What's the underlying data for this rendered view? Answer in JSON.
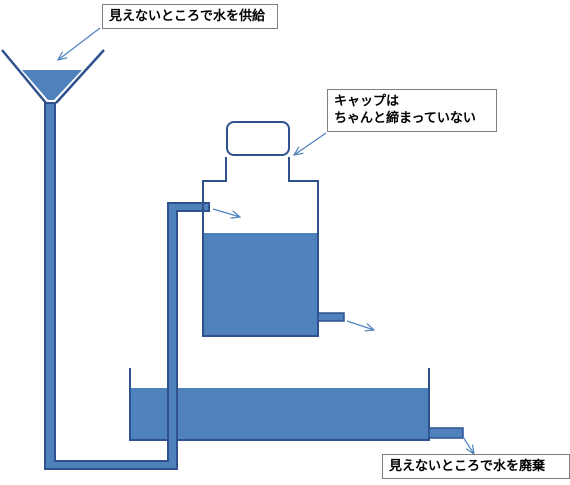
{
  "colors": {
    "water": "#4f81bd",
    "outline": "#385d8a",
    "arrow": "#4f81bd",
    "line": "#2f528f"
  },
  "callouts": {
    "supply": "見えないところで水を供給",
    "cap_line1": "キャップは",
    "cap_line2": "ちゃんと締まっていない",
    "drain": "見えないところで水を廃棄"
  },
  "diagram": {
    "components": [
      "funnel",
      "supply-pipe",
      "bottle",
      "bottle-cap",
      "bottle-outlet",
      "lower-tank",
      "tank-outlet"
    ]
  }
}
